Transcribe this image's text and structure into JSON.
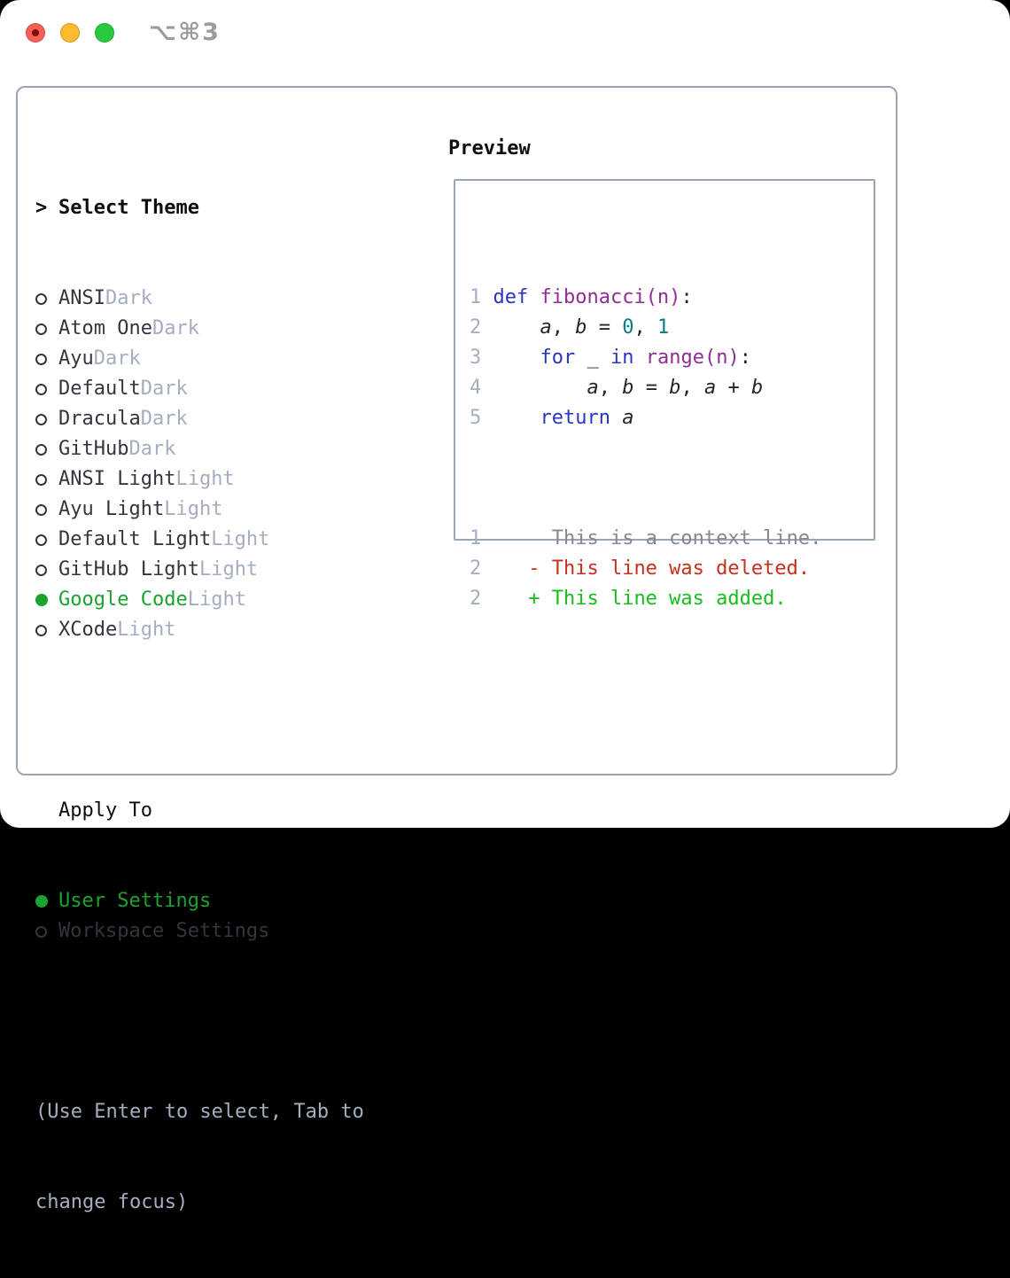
{
  "window": {
    "title": "⌥⌘3"
  },
  "colors": {
    "border": "#9aa5b3",
    "selected_green": "#1aa32f",
    "keyword": "#2a36bd",
    "function": "#8e2e96",
    "number": "#0b7d80",
    "plain": "#23252d",
    "deleted": "#c6301c",
    "added": "#16bd1d",
    "muted": "#a4aec0",
    "context": "#85898f",
    "name_text": "#33363e",
    "header_text": "#0d0d12",
    "title_gray": "#9b9ba1",
    "traffic_close": "#f85f57",
    "traffic_close_dot": "#7c100a",
    "traffic_minimize": "#fcbb2f",
    "traffic_zoom": "#27c93f"
  },
  "theme_panel": {
    "header": {
      "prompt": ">",
      "label": "Select Theme"
    },
    "themes": [
      {
        "name": "ANSI",
        "tag": "Dark",
        "selected": false
      },
      {
        "name": "Atom One",
        "tag": "Dark",
        "selected": false
      },
      {
        "name": "Ayu",
        "tag": "Dark",
        "selected": false
      },
      {
        "name": "Default",
        "tag": "Dark",
        "selected": false
      },
      {
        "name": "Dracula",
        "tag": "Dark",
        "selected": false
      },
      {
        "name": "GitHub",
        "tag": "Dark",
        "selected": false
      },
      {
        "name": "ANSI Light",
        "tag": "Light",
        "selected": false
      },
      {
        "name": "Ayu Light",
        "tag": "Light",
        "selected": false
      },
      {
        "name": "Default Light",
        "tag": "Light",
        "selected": false
      },
      {
        "name": "GitHub Light",
        "tag": "Light",
        "selected": false
      },
      {
        "name": "Google Code",
        "tag": "Light",
        "selected": true
      },
      {
        "name": "XCode",
        "tag": "Light",
        "selected": false
      }
    ],
    "apply_to": {
      "label": "Apply To",
      "options": [
        {
          "name": "User Settings",
          "selected": true
        },
        {
          "name": "Workspace Settings",
          "selected": false
        }
      ]
    },
    "help_lines": [
      "(Use Enter to select, Tab to",
      "change focus)"
    ]
  },
  "preview": {
    "label": "Preview",
    "code_lines": [
      {
        "num": "1",
        "tokens": [
          [
            "kw",
            "def "
          ],
          [
            "fn",
            "fibonacci(n)"
          ],
          [
            "pln",
            ":"
          ]
        ]
      },
      {
        "num": "2",
        "tokens": [
          [
            "pln",
            "    "
          ],
          [
            "var",
            "a"
          ],
          [
            "pln",
            ", "
          ],
          [
            "var",
            "b"
          ],
          [
            "pln",
            " = "
          ],
          [
            "num",
            "0"
          ],
          [
            "pln",
            ", "
          ],
          [
            "num",
            "1"
          ]
        ]
      },
      {
        "num": "3",
        "tokens": [
          [
            "pln",
            "    "
          ],
          [
            "kw",
            "for"
          ],
          [
            "pln",
            " _ "
          ],
          [
            "kw",
            "in"
          ],
          [
            "pln",
            " "
          ],
          [
            "fn",
            "range(n)"
          ],
          [
            "pln",
            ":"
          ]
        ]
      },
      {
        "num": "4",
        "tokens": [
          [
            "pln",
            "        "
          ],
          [
            "var",
            "a"
          ],
          [
            "pln",
            ", "
          ],
          [
            "var",
            "b"
          ],
          [
            "pln",
            " = "
          ],
          [
            "var",
            "b"
          ],
          [
            "pln",
            ", "
          ],
          [
            "var",
            "a"
          ],
          [
            "pln",
            " + "
          ],
          [
            "var",
            "b"
          ]
        ]
      },
      {
        "num": "5",
        "tokens": [
          [
            "pln",
            "    "
          ],
          [
            "kw",
            "return"
          ],
          [
            "pln",
            " "
          ],
          [
            "var",
            "a"
          ]
        ]
      }
    ],
    "diff_lines": [
      {
        "num": "1",
        "body": "     This is a context line.",
        "kind": "ctx"
      },
      {
        "num": "2",
        "body": "   - This line was deleted.",
        "kind": "del"
      },
      {
        "num": "2",
        "body": "   + This line was added.",
        "kind": "add"
      }
    ]
  }
}
